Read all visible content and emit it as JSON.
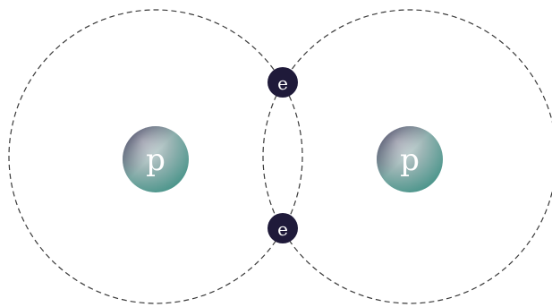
{
  "particles": {
    "proton_left": {
      "symbol": "p"
    },
    "proton_right": {
      "symbol": "p"
    },
    "electron_top": {
      "symbol": "e"
    },
    "electron_bottom": {
      "symbol": "e"
    }
  },
  "colors": {
    "orbit_stroke": "#3a3a3a",
    "electron_fill": "#1f1a3a",
    "electron_text": "#ffffff",
    "proton_gradient_dark": "#3b3a56",
    "proton_gradient_light": "#e9eef0",
    "proton_gradient_teal": "#3f9a8a",
    "proton_text": "#ffffff",
    "background": "#ffffff"
  }
}
